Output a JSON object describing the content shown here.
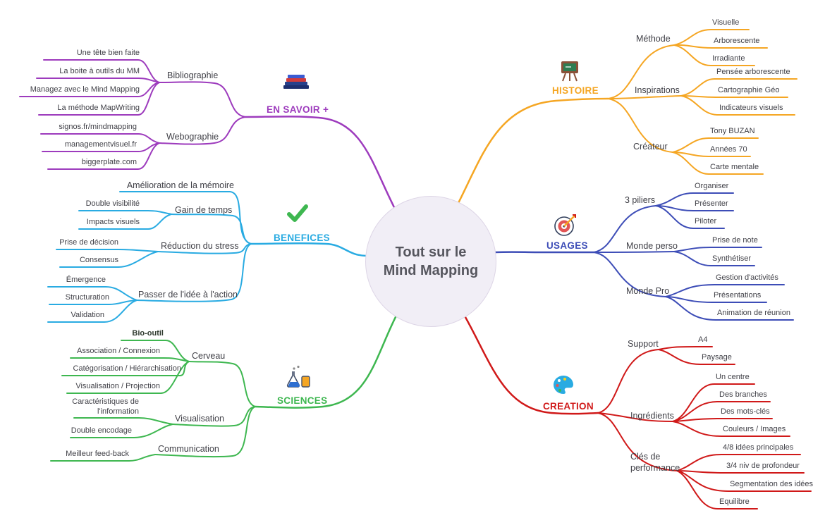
{
  "center": {
    "line1": "Tout sur le",
    "line2": "Mind Mapping"
  },
  "colors": {
    "en_savoir": "#9d3bbd",
    "benefices": "#29abe2",
    "sciences": "#3eb750",
    "histoire": "#f5a623",
    "usages": "#3d4db7",
    "creation": "#d01919",
    "center_fill": "#f1eef6",
    "text": "#3f3f46"
  },
  "branches": [
    {
      "label": "EN SAVOIR +",
      "color": "#9d3bbd",
      "icon": "books-icon",
      "nodes": [
        {
          "label": "Bibliographie",
          "leaves": [
            "Une tête bien faite",
            "La boite à outils du MM",
            "Managez avec le Mind Mapping",
            "La méthode MapWriting"
          ]
        },
        {
          "label": "Webographie",
          "leaves": [
            "signos.fr/mindmapping",
            "managementvisuel.fr",
            "biggerplate.com"
          ]
        }
      ]
    },
    {
      "label": "BENEFICES",
      "color": "#29abe2",
      "icon": "check-icon",
      "nodes": [
        {
          "label": "Amélioration de la mémoire",
          "leaves": []
        },
        {
          "label": "Gain de temps",
          "leaves": [
            "Double visibilité",
            "Impacts visuels"
          ]
        },
        {
          "label": "Réduction du stress",
          "leaves": [
            "Prise de décision",
            "Consensus"
          ]
        },
        {
          "label": "Passer de l'idée à l'action",
          "leaves": [
            "Émergence",
            "Structuration",
            "Validation"
          ]
        }
      ]
    },
    {
      "label": "SCIENCES",
      "color": "#3eb750",
      "icon": "flask-icon",
      "nodes": [
        {
          "label": "Cerveau",
          "leaves": [
            "Bio-outil",
            "Association / Connexion",
            "Catégorisation / Hiérarchisation",
            "Visualisation / Projection"
          ]
        },
        {
          "label": "Visualisation",
          "leaves": [
            "Caractéristiques de l'information",
            "Double encodage"
          ]
        },
        {
          "label": "Communication",
          "leaves": [
            "Meilleur feed-back"
          ]
        }
      ]
    },
    {
      "label": "HISTOIRE",
      "color": "#f5a623",
      "icon": "chalkboard-icon",
      "nodes": [
        {
          "label": "Méthode",
          "leaves": [
            "Visuelle",
            "Arborescente",
            "Irradiante"
          ]
        },
        {
          "label": "Inspirations",
          "leaves": [
            "Pensée arborescente",
            "Cartographie Géo",
            "Indicateurs visuels"
          ]
        },
        {
          "label": "Créateur",
          "leaves": [
            "Tony BUZAN",
            "Années 70",
            "Carte mentale"
          ]
        }
      ]
    },
    {
      "label": "USAGES",
      "color": "#3d4db7",
      "icon": "target-icon",
      "nodes": [
        {
          "label": "3 piliers",
          "leaves": [
            "Organiser",
            "Présenter",
            "Piloter"
          ]
        },
        {
          "label": "Monde perso",
          "leaves": [
            "Prise de note",
            "Synthétiser"
          ]
        },
        {
          "label": "Monde Pro",
          "leaves": [
            "Gestion d'activités",
            "Présentations",
            "Animation de réunion"
          ]
        }
      ]
    },
    {
      "label": "CREATION",
      "color": "#d01919",
      "icon": "palette-icon",
      "nodes": [
        {
          "label": "Support",
          "leaves": [
            "A4",
            "Paysage"
          ]
        },
        {
          "label": "Ingrédients",
          "leaves": [
            "Un centre",
            "Des branches",
            "Des mots-clés",
            "Couleurs / Images"
          ]
        },
        {
          "label": "Clés de performance",
          "leaves": [
            "4/8 idées principales",
            "3/4 niv de profondeur",
            "Segmentation des idées",
            "Equilibre"
          ]
        }
      ]
    }
  ]
}
